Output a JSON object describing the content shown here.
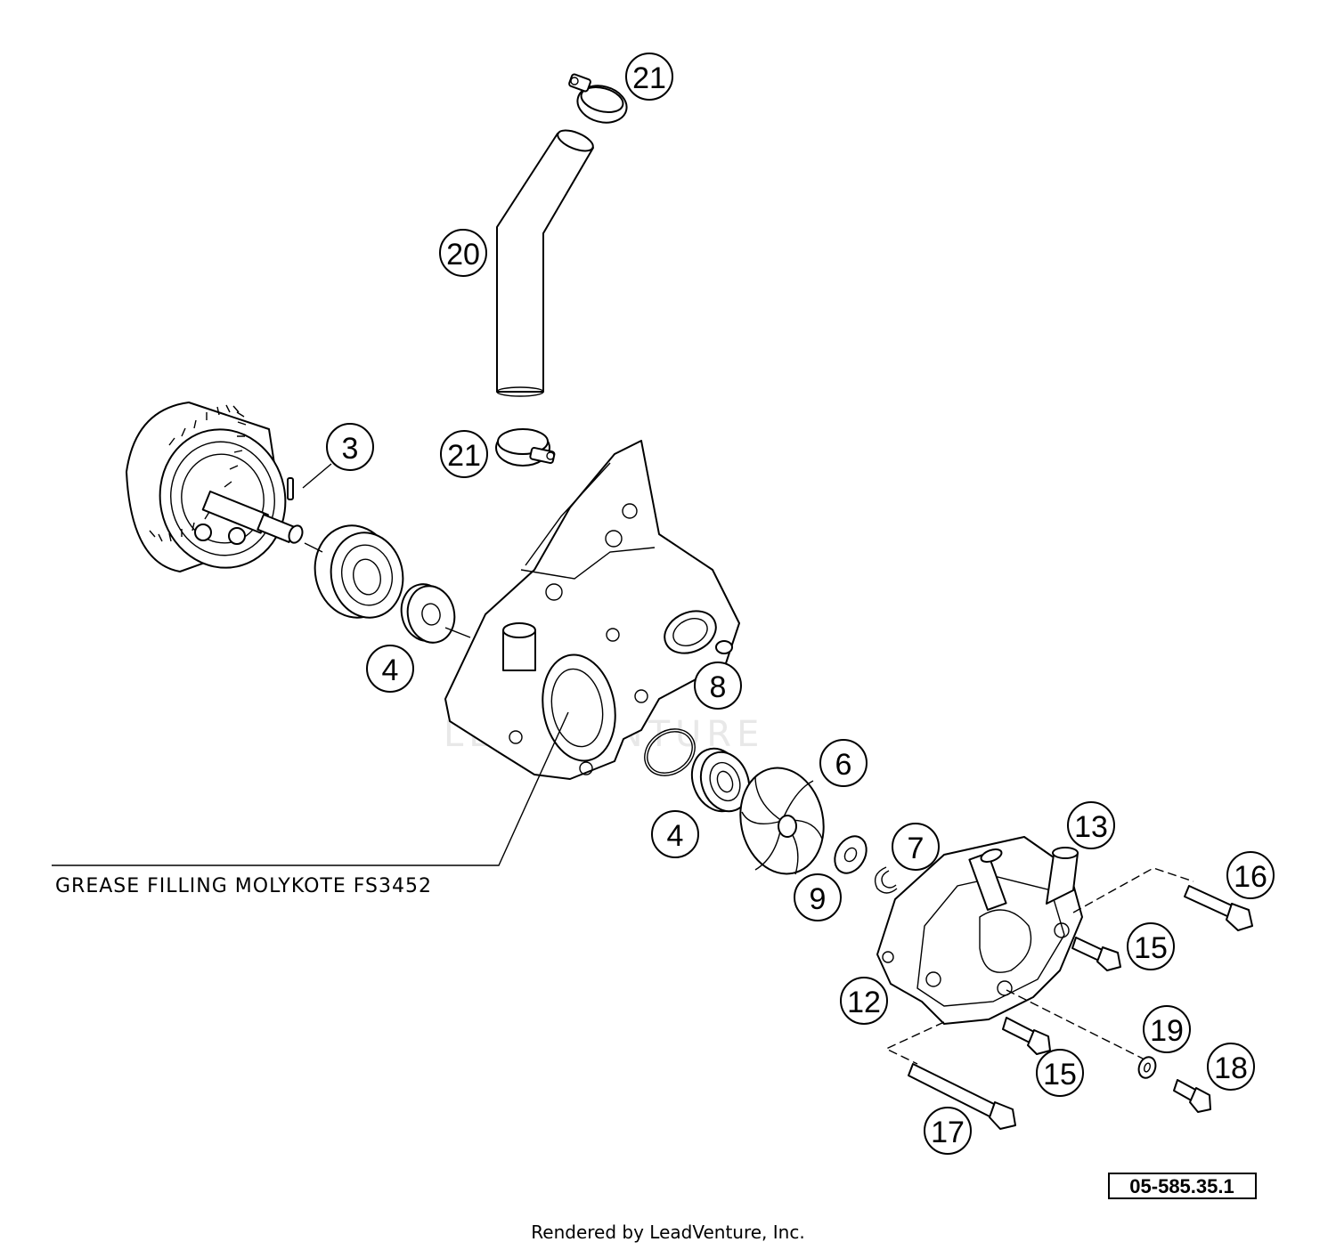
{
  "callouts": [
    {
      "id": "21a",
      "label": "21"
    },
    {
      "id": "20",
      "label": "20"
    },
    {
      "id": "21b",
      "label": "21"
    },
    {
      "id": "3",
      "label": "3"
    },
    {
      "id": "4a",
      "label": "4"
    },
    {
      "id": "8",
      "label": "8"
    },
    {
      "id": "6",
      "label": "6"
    },
    {
      "id": "4b",
      "label": "4"
    },
    {
      "id": "7",
      "label": "7"
    },
    {
      "id": "9",
      "label": "9"
    },
    {
      "id": "13",
      "label": "13"
    },
    {
      "id": "16",
      "label": "16"
    },
    {
      "id": "15a",
      "label": "15"
    },
    {
      "id": "12",
      "label": "12"
    },
    {
      "id": "19",
      "label": "19"
    },
    {
      "id": "15b",
      "label": "15"
    },
    {
      "id": "18",
      "label": "18"
    },
    {
      "id": "17",
      "label": "17"
    }
  ],
  "note": "GREASE FILLING MOLYKOTE FS3452",
  "reference_code": "05-585.35.1",
  "watermark": "LEADVENTURE",
  "footer": "Rendered by LeadVenture, Inc."
}
